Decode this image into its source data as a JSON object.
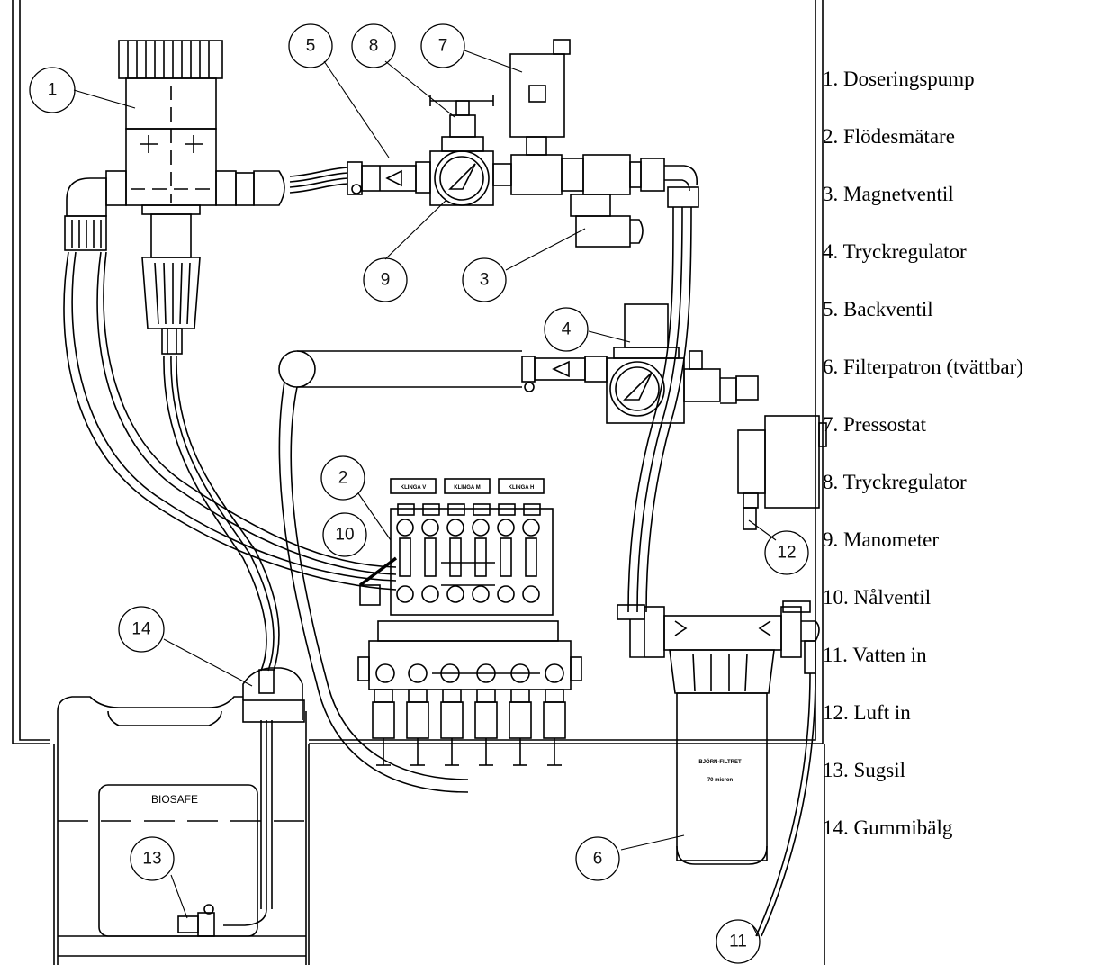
{
  "callouts": [
    "1",
    "2",
    "3",
    "4",
    "5",
    "6",
    "7",
    "8",
    "9",
    "10",
    "11",
    "12",
    "13",
    "14"
  ],
  "legend": [
    "1. Doseringspump",
    "2. Flödesmätare",
    "3. Magnetventil",
    "4. Tryckregulator",
    "5. Backventil",
    "6. Filterpatron (tvättbar)",
    "7. Pressostat",
    "8. Tryckregulator",
    "9. Manometer",
    "10. Nålventil",
    "11. Vatten in",
    "12. Luft in",
    "13. Sugsil",
    "14. Gummibälg"
  ],
  "labels": {
    "biosafe": "BIOSAFE",
    "filter_brand": "BJÖRN-FILTRET",
    "filter_rating": "70 micron",
    "flow_v": "KLINGA V",
    "flow_m": "KLINGA M",
    "flow_h": "KLINGA H"
  }
}
